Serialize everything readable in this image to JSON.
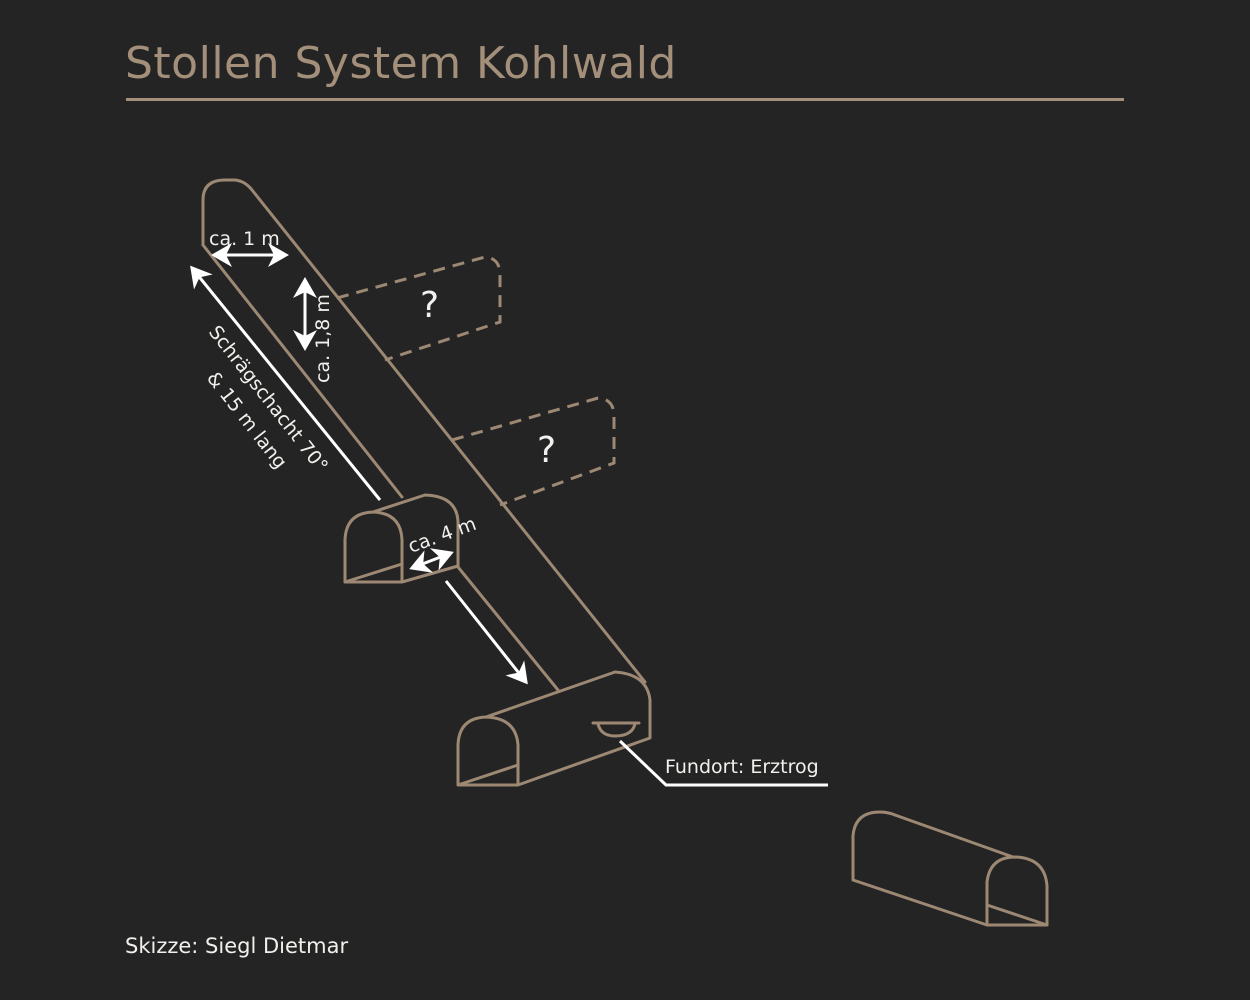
{
  "title": "Stollen System Kohlwald",
  "credit": "Skizze: Siegl Dietmar",
  "colors": {
    "background": "#242424",
    "accent": "#9c8873",
    "text": "#f2f0ec"
  },
  "labels": {
    "width": "ca. 1 m",
    "height": "ca. 1,8 m",
    "shaft_line1": "Schrägschacht 70°",
    "shaft_line2": "& 15 m lang",
    "tunnel_width": "ca. 4 m",
    "unknown1": "?",
    "unknown2": "?",
    "find_spot": "Fundort: Erztrog"
  }
}
